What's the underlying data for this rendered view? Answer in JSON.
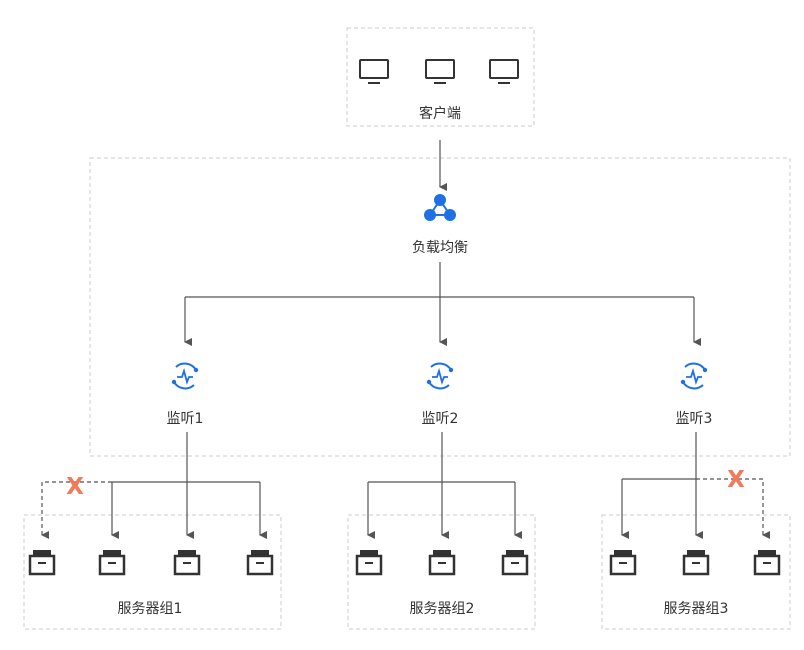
{
  "colors": {
    "line": "#555555",
    "dash_box": "#cccccc",
    "icon_dark": "#333333",
    "accent": "#1f6fe5",
    "fail": "#f07a5a"
  },
  "client": {
    "label": "客户端",
    "icons": [
      "monitor-icon",
      "monitor-icon",
      "monitor-icon"
    ]
  },
  "load_balancer": {
    "label": "负载均衡",
    "icon": "load-balancer-icon"
  },
  "listeners": [
    {
      "label": "监听1",
      "icon": "listener-icon"
    },
    {
      "label": "监听2",
      "icon": "listener-icon"
    },
    {
      "label": "监听3",
      "icon": "listener-icon"
    }
  ],
  "server_groups": [
    {
      "label": "服务器组1",
      "servers": 4,
      "failed_server": 1
    },
    {
      "label": "服务器组2",
      "servers": 3,
      "failed_server": null
    },
    {
      "label": "服务器组3",
      "servers": 3,
      "failed_server": 3
    }
  ],
  "fail_mark": "X"
}
